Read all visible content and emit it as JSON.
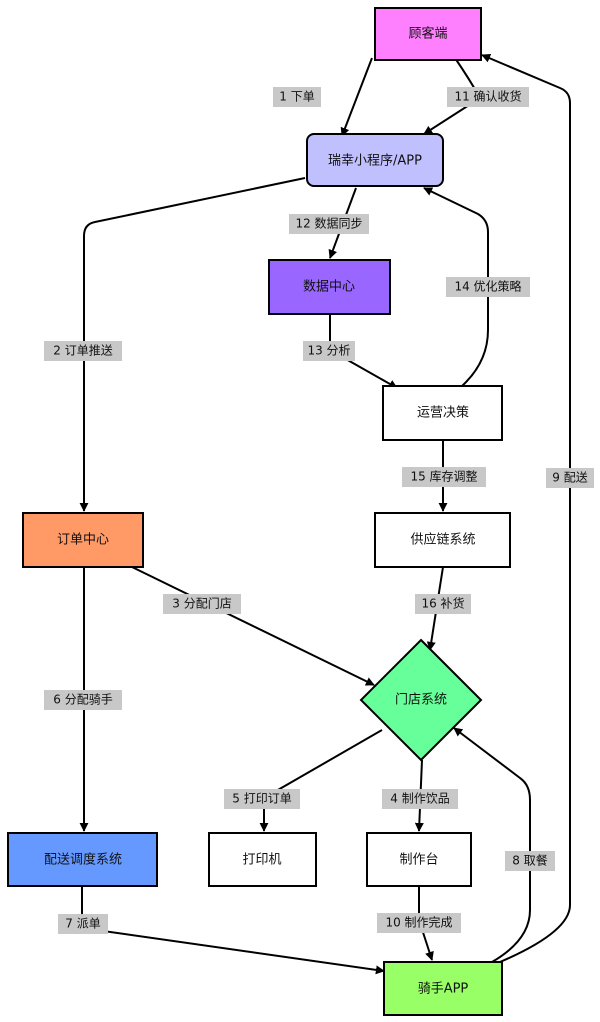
{
  "nodes": {
    "customer": {
      "label": "顾客端",
      "fill": "#ff80ff"
    },
    "app": {
      "label": "瑞幸小程序/APP",
      "fill": "#c0c0ff"
    },
    "data_center": {
      "label": "数据中心",
      "fill": "#9966ff"
    },
    "ops_decision": {
      "label": "运营决策",
      "fill": "#ffffff"
    },
    "order_center": {
      "label": "订单中心",
      "fill": "#ff9966"
    },
    "supply_chain": {
      "label": "供应链系统",
      "fill": "#ffffff"
    },
    "store_system": {
      "label": "门店系统",
      "fill": "#66ff99"
    },
    "dispatch": {
      "label": "配送调度系统",
      "fill": "#6699ff"
    },
    "printer": {
      "label": "打印机",
      "fill": "#ffffff"
    },
    "prep_station": {
      "label": "制作台",
      "fill": "#ffffff"
    },
    "rider_app": {
      "label": "骑手APP",
      "fill": "#99ff66"
    }
  },
  "edges": [
    {
      "id": "e1",
      "label": "1 下单"
    },
    {
      "id": "e11",
      "label": "11 确认收货"
    },
    {
      "id": "e12",
      "label": "12 数据同步"
    },
    {
      "id": "e2",
      "label": "2 订单推送"
    },
    {
      "id": "e13",
      "label": "13 分析"
    },
    {
      "id": "e14",
      "label": "14 优化策略"
    },
    {
      "id": "e15",
      "label": "15 库存调整"
    },
    {
      "id": "e16",
      "label": "16 补货"
    },
    {
      "id": "e3",
      "label": "3 分配门店"
    },
    {
      "id": "e6",
      "label": "6 分配骑手"
    },
    {
      "id": "e5",
      "label": "5 打印订单"
    },
    {
      "id": "e4",
      "label": "4 制作饮品"
    },
    {
      "id": "e8",
      "label": "8 取餐"
    },
    {
      "id": "e9",
      "label": "9 配送"
    },
    {
      "id": "e7",
      "label": "7 派单"
    },
    {
      "id": "e10",
      "label": "10 制作完成"
    }
  ],
  "colors": {
    "stroke": "#000000",
    "label_bg": "#c8c8c8"
  }
}
